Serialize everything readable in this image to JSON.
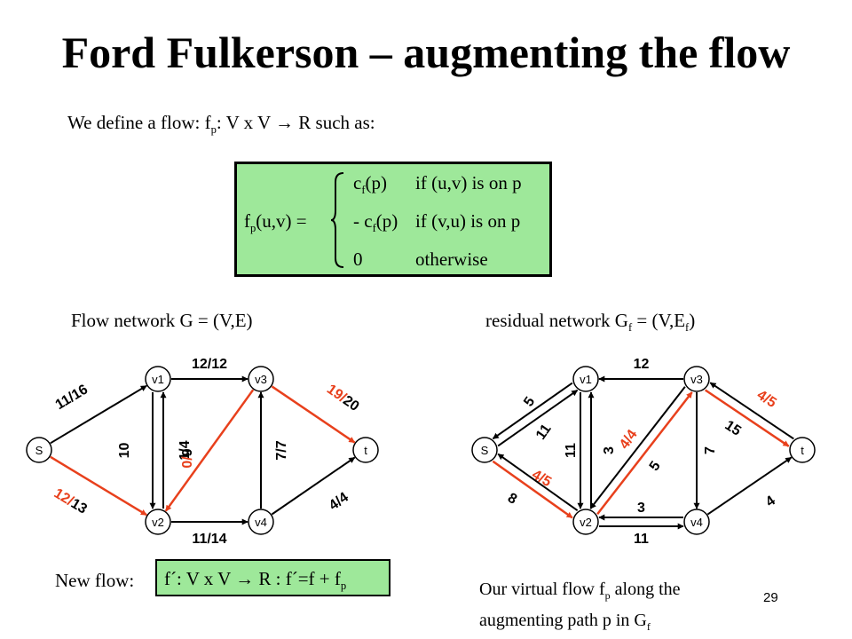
{
  "title": "Ford Fulkerson – augmenting the flow",
  "definition": {
    "intro_pre": "We define a flow: f",
    "intro_sub": "p",
    "intro_post": ": V x V → R such as:",
    "lhs_pre": "f",
    "lhs_sub": "p",
    "lhs_post": "(u,v) =",
    "cases": [
      {
        "pre": "c",
        "sub": "f",
        "val": "(p)",
        "cond": "if (u,v) is on p"
      },
      {
        "pre": "- c",
        "sub": "f",
        "val": "(p)",
        "cond": "if (v,u) is on p"
      },
      {
        "pre": "",
        "sub": "",
        "val": "0",
        "cond": "otherwise"
      }
    ]
  },
  "left_heading": "Flow network G = (V,E)",
  "right_heading": {
    "pre": "residual network G",
    "sub1": "f",
    "mid": " = (V,E",
    "sub2": "f",
    "post": ")"
  },
  "colors": {
    "highlight": "#e8401c",
    "box_fill": "#9ee89a"
  },
  "flow_network": {
    "nodes": [
      {
        "id": "s",
        "label": "S"
      },
      {
        "id": "v1",
        "label": "v1"
      },
      {
        "id": "v2",
        "label": "v2"
      },
      {
        "id": "v3",
        "label": "v3"
      },
      {
        "id": "v4",
        "label": "v4"
      },
      {
        "id": "t",
        "label": "t"
      }
    ],
    "edges": [
      {
        "from": "s",
        "to": "v1",
        "label": "11/16",
        "highlight": false
      },
      {
        "from": "s",
        "to": "v2",
        "label": "12/13",
        "highlight": true,
        "highlight_part": "12/"
      },
      {
        "from": "v1",
        "to": "v3",
        "label": "12/12",
        "highlight": false
      },
      {
        "from": "v2",
        "to": "v1",
        "label": "1/4",
        "highlight": false
      },
      {
        "from": "v1",
        "to": "v2",
        "label": "10",
        "highlight": false
      },
      {
        "from": "v3",
        "to": "v2",
        "label": "0/9",
        "highlight": true,
        "highlight_part": "0/"
      },
      {
        "from": "v2",
        "to": "v4",
        "label": "11/14",
        "highlight": false
      },
      {
        "from": "v4",
        "to": "v3",
        "label": "7/7",
        "highlight": false
      },
      {
        "from": "v3",
        "to": "t",
        "label": "19/20",
        "highlight": true,
        "highlight_part": "19/"
      },
      {
        "from": "v4",
        "to": "t",
        "label": "4/4",
        "highlight": false
      }
    ]
  },
  "residual_network": {
    "nodes": [
      {
        "id": "s",
        "label": "S"
      },
      {
        "id": "v1",
        "label": "v1"
      },
      {
        "id": "v2",
        "label": "v2"
      },
      {
        "id": "v3",
        "label": "v3"
      },
      {
        "id": "v4",
        "label": "v4"
      },
      {
        "id": "t",
        "label": "t"
      }
    ],
    "edges": [
      {
        "from": "v1",
        "to": "s",
        "label": "5",
        "highlight": false
      },
      {
        "from": "s",
        "to": "v1",
        "label": "11",
        "highlight": false
      },
      {
        "from": "s",
        "to": "v2",
        "label": "4/5",
        "highlight": true
      },
      {
        "from": "v2",
        "to": "s",
        "label": "8",
        "highlight": false
      },
      {
        "from": "v3",
        "to": "v1",
        "label": "12",
        "highlight": false
      },
      {
        "from": "v1",
        "to": "v2",
        "label": "11",
        "highlight": false
      },
      {
        "from": "v2",
        "to": "v1",
        "label": "3",
        "highlight": false
      },
      {
        "from": "v2",
        "to": "v3",
        "label": "4/4",
        "highlight": true
      },
      {
        "from": "v3",
        "to": "v2",
        "label": "5",
        "highlight": false
      },
      {
        "from": "v3",
        "to": "v4",
        "label": "7",
        "highlight": false
      },
      {
        "from": "v3",
        "to": "t",
        "label": "4/5",
        "highlight": true
      },
      {
        "from": "t",
        "to": "v3",
        "label": "15",
        "highlight": false
      },
      {
        "from": "v4",
        "to": "t",
        "label": "4",
        "highlight": false
      },
      {
        "from": "v2",
        "to": "v4",
        "label": "3",
        "highlight": false
      },
      {
        "from": "v4",
        "to": "v2",
        "label": "11",
        "highlight": false
      }
    ]
  },
  "new_flow_label": "New flow:",
  "new_flow_formula": {
    "pre": "f´: V x V → R : f´=f + f",
    "sub": "p"
  },
  "caption": {
    "line1_pre": "Our virtual flow f",
    "line1_sub": "p",
    "line1_post": " along the",
    "line2_pre": "augmenting path p in G",
    "line2_sub": "f"
  },
  "page_number": "29"
}
